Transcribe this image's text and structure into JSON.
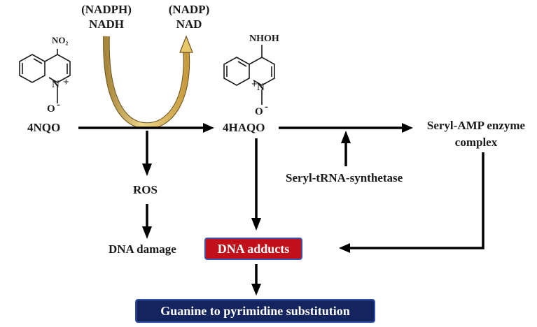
{
  "cofactors": {
    "in_top": "(NADPH)",
    "in_bottom": "NADH",
    "out_top": "(NADP)",
    "out_bottom": "NAD"
  },
  "compounds": {
    "nqo": {
      "substituent": "NO₂",
      "charge": "+",
      "oxide": "O",
      "oxide_charge": "-",
      "label": "4NQO"
    },
    "haqo": {
      "substituent": "NHOH",
      "charge": "+",
      "oxide": "O",
      "oxide_charge": "-",
      "label": "4HAQO"
    }
  },
  "nodes": {
    "ros": "ROS",
    "dna_damage": "DNA damage",
    "seryl_amp_line1": "Seryl-AMP enzyme",
    "seryl_amp_line2": "complex",
    "seryl_trna": "Seryl-tRNA-synthetase",
    "dna_adducts": "DNA adducts",
    "guanine": "Guanine to pyrimidine substitution"
  },
  "colors": {
    "adducts_box": "#c0111b",
    "guanine_box": "#14245e",
    "cofactor_arrow": "#e2c566"
  }
}
